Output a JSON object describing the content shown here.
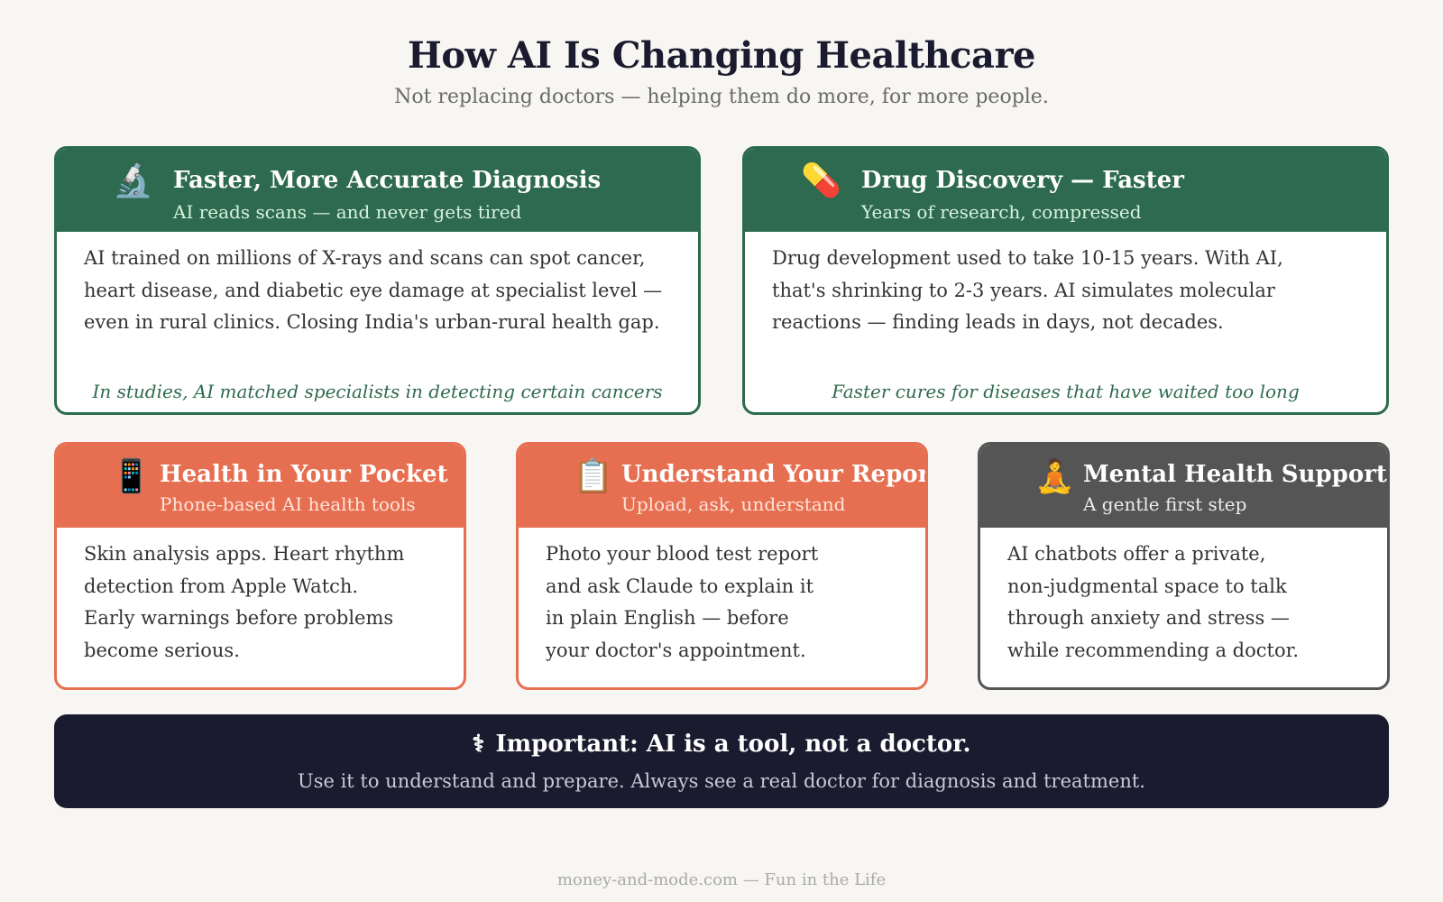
{
  "header": {
    "title": "How AI Is Changing Healthcare",
    "subtitle": "Not replacing doctors — helping them do more, for more people."
  },
  "cards": [
    {
      "icon": "microscope-icon",
      "icon_glyph": "🔬",
      "title": "Faster, More Accurate Diagnosis",
      "subtitle": "AI reads scans — and never gets tired",
      "body": [
        "AI trained on millions of X-rays and scans can spot cancer,",
        "heart disease, and diabetic eye damage at specialist level —",
        "even in rural clinics. Closing India's urban-rural health gap."
      ],
      "note": "In studies, AI matched specialists in detecting certain cancers",
      "color": "#2d6a4f"
    },
    {
      "icon": "pill-icon",
      "icon_glyph": "💊",
      "title": "Drug Discovery — Faster",
      "subtitle": "Years of research, compressed",
      "body": [
        "Drug development used to take 10-15 years. With AI,",
        "that's shrinking to 2-3 years. AI simulates molecular",
        "reactions — finding leads in days, not decades."
      ],
      "note": "Faster cures for diseases that have waited too long",
      "color": "#2d6a4f"
    },
    {
      "icon": "mobile-phone-icon",
      "icon_glyph": "📱",
      "title": "Health in Your Pocket",
      "subtitle": "Phone-based AI health tools",
      "body": [
        "Skin analysis apps. Heart rhythm",
        "detection from Apple Watch.",
        "Early warnings before problems",
        "become serious."
      ],
      "color": "#e76f51"
    },
    {
      "icon": "clipboard-icon",
      "icon_glyph": "📋",
      "title": "Understand Your Reports",
      "subtitle": "Upload, ask, understand",
      "body": [
        "Photo your blood test report",
        "and ask Claude to explain it",
        "in plain English — before",
        "your doctor's appointment."
      ],
      "color": "#e76f51"
    },
    {
      "icon": "meditation-icon",
      "icon_glyph": "🧘",
      "title": "Mental Health Support",
      "subtitle": "A gentle first step",
      "body": [
        "AI chatbots offer a private,",
        "non-judgmental space to talk",
        "through anxiety and stress —",
        "while recommending a doctor."
      ],
      "color": "#555555"
    }
  ],
  "banner": {
    "icon": "medical-staff-icon",
    "icon_glyph": "⚕",
    "title": "Important: AI is a tool, not a doctor.",
    "text": "Use it to understand and prepare. Always see a real doctor for diagnosis and treatment."
  },
  "footer": "money-and-mode.com — Fun in the Life"
}
